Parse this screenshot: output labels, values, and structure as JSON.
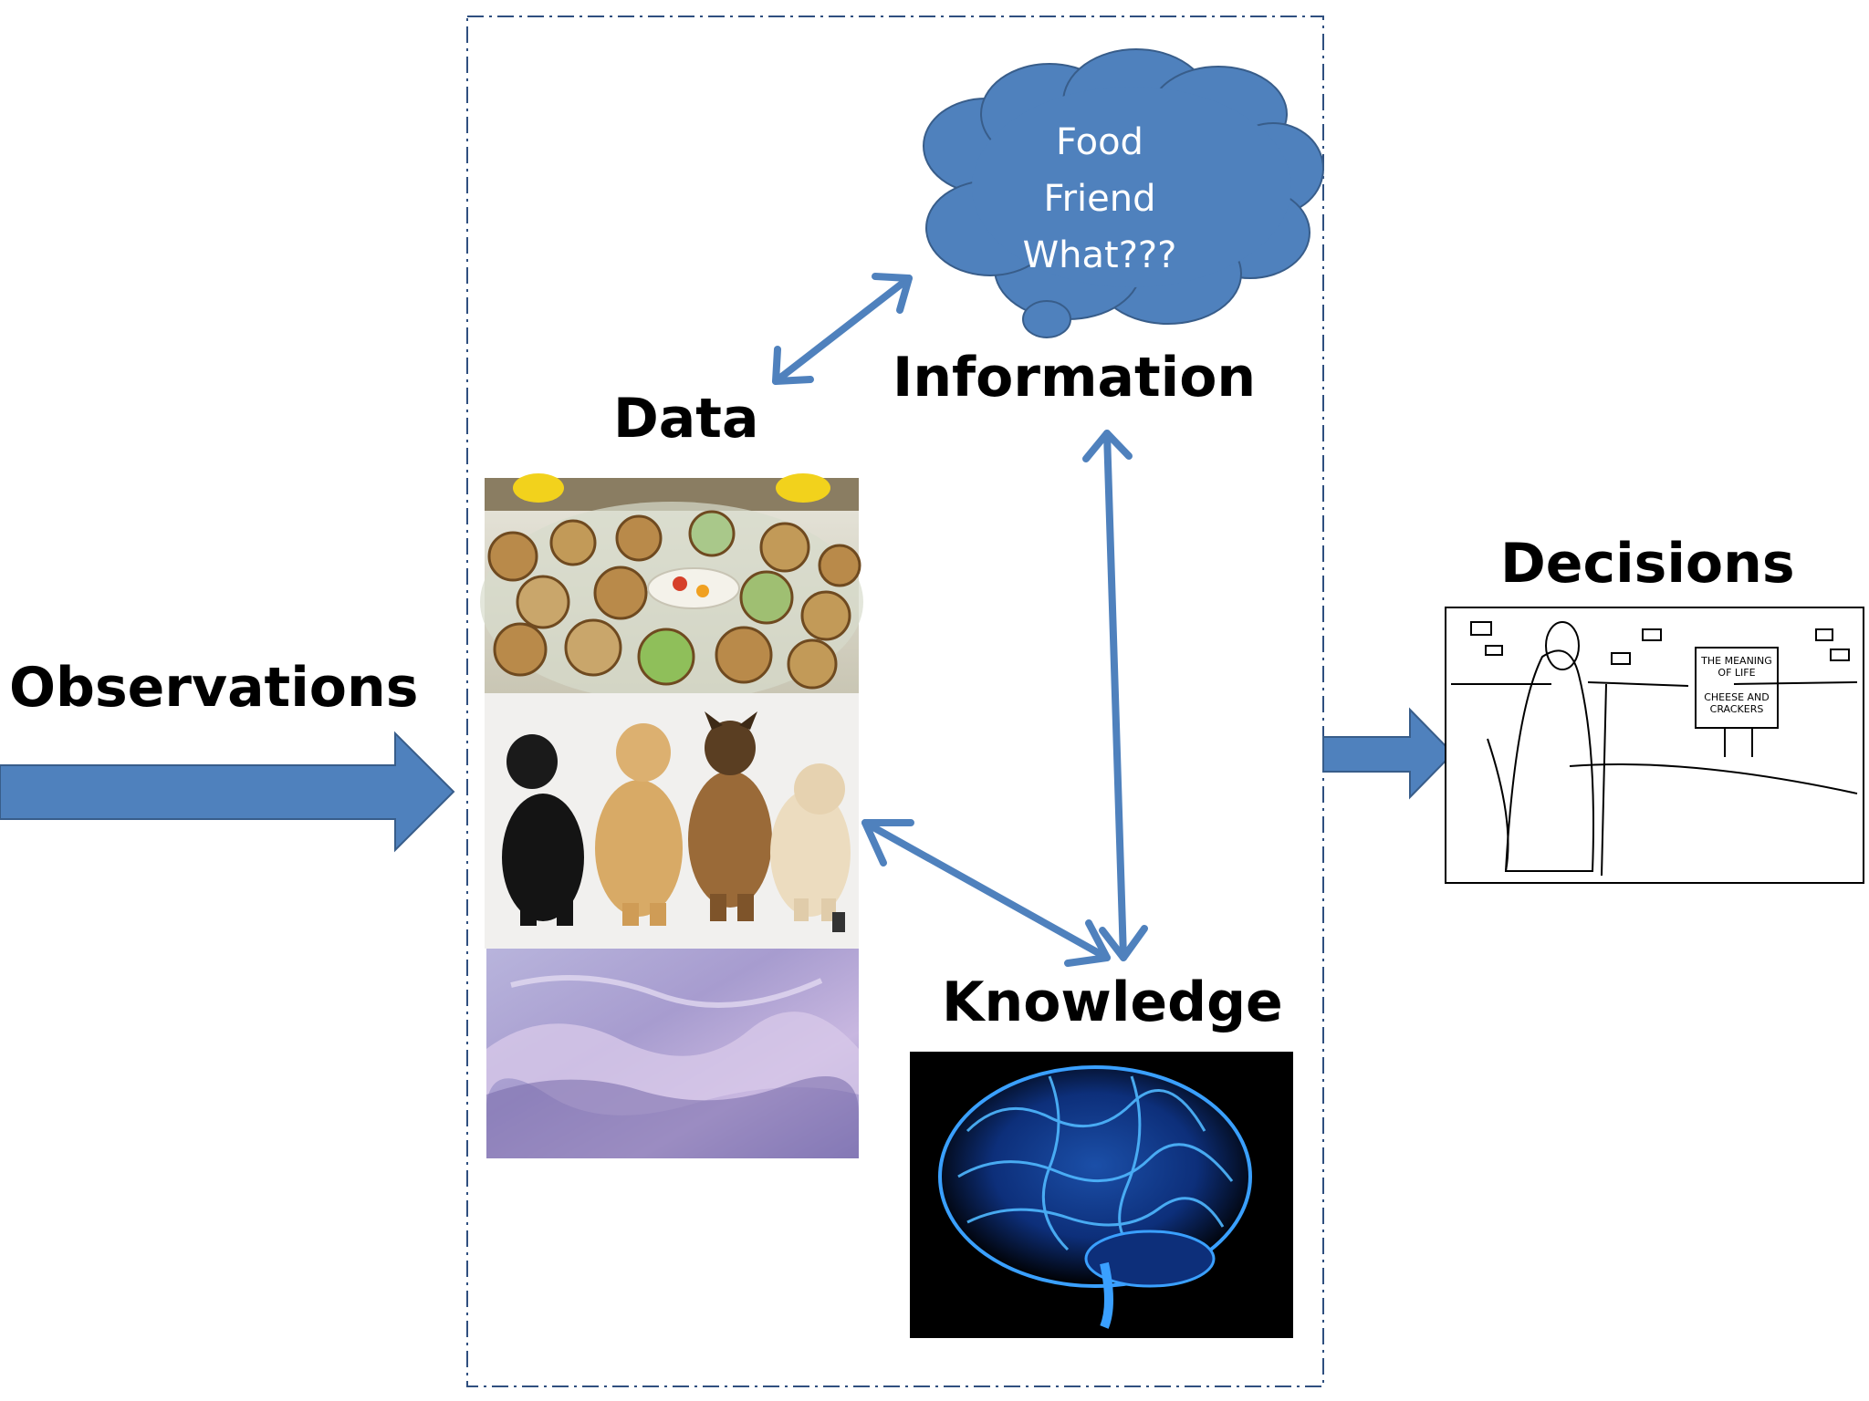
{
  "labels": {
    "observations": "Observations",
    "data": "Data",
    "information": "Information",
    "knowledge": "Knowledge",
    "decisions": "Decisions"
  },
  "cloud": {
    "lines": [
      "Food",
      "Friend",
      "What???"
    ]
  },
  "sign": {
    "line1": "THE MEANING",
    "line2": "OF LIFE",
    "line3": "CHEESE AND",
    "line4": "CRACKERS"
  },
  "colors": {
    "arrow_fill": "#4F81BD",
    "arrow_stroke": "#385D8A",
    "cloud_fill": "#4F81BD",
    "dashed_border": "#2F4F7F",
    "text": "#000000",
    "cloud_text": "#FFFFFF"
  },
  "images": {
    "food": "dim-sum-photo",
    "dogs": "four-dogs-photo",
    "painting": "abstract-lavender-painting",
    "brain": "glowing-blue-brain",
    "cartoon": "meaning-of-life-cartoon"
  }
}
